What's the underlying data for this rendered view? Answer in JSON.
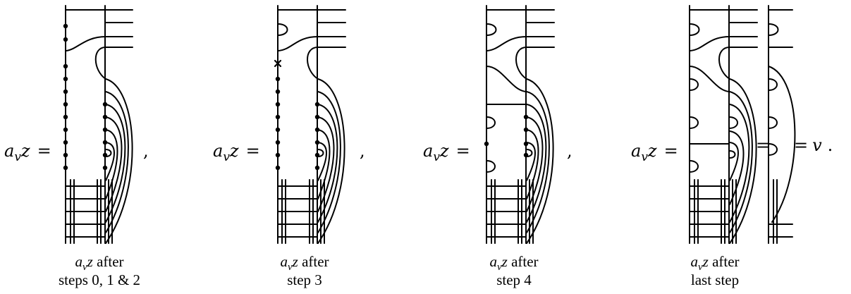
{
  "equations": [
    {
      "lhs": "a",
      "sub": "v",
      "var": "z",
      "equals": "=",
      "trail": ","
    },
    {
      "lhs": "a",
      "sub": "v",
      "var": "z",
      "equals": "=",
      "trail": ","
    },
    {
      "lhs": "a",
      "sub": "v",
      "var": "z",
      "equals": "=",
      "trail": ","
    },
    {
      "lhs": "a",
      "sub": "v",
      "var": "z",
      "equals": "=",
      "mid_equals": "=",
      "end_equals": "=",
      "end_var": "v",
      "trail": "."
    }
  ],
  "captions": [
    {
      "line1_a": "a",
      "line1_sub": "v",
      "line1_var": "z",
      "line1_rest": " after",
      "line2": "steps 0, 1 & 2"
    },
    {
      "line1_a": "a",
      "line1_sub": "v",
      "line1_var": "z",
      "line1_rest": " after",
      "line2": "step 3"
    },
    {
      "line1_a": "a",
      "line1_sub": "v",
      "line1_var": "z",
      "line1_rest": " after",
      "line2": "step 4"
    },
    {
      "line1_a": "a",
      "line1_sub": "v",
      "line1_var": "z",
      "line1_rest": " after",
      "line2": "last step"
    }
  ]
}
